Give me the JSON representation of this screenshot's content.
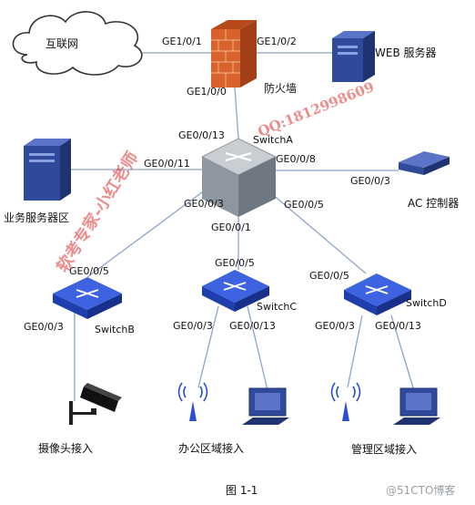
{
  "nodes": {
    "internet": "互联网",
    "firewall": "防火墙",
    "web_server": "WEB 服务器",
    "switch_a": "SwitchA",
    "service_area": "业务服务器区",
    "ac": "AC 控制器",
    "switch_b": "SwitchB",
    "switch_c": "SwitchC",
    "switch_d": "SwitchD",
    "camera": "摄像头接入",
    "office": "办公区域接入",
    "management": "管理区域接入"
  },
  "ports": {
    "fw_ge101": "GE1/0/1",
    "fw_ge102": "GE1/0/2",
    "fw_ge100": "GE1/0/0",
    "a_ge0013": "GE0/0/13",
    "a_ge0011": "GE0/0/11",
    "a_ge008": "GE0/0/8",
    "a_ge003": "GE0/0/3",
    "a_ge005": "GE0/0/5",
    "a_ge001": "GE0/0/1",
    "ac_ge003": "GE0/0/3",
    "b_ge005": "GE0/0/5",
    "b_ge003": "GE0/0/3",
    "c_ge005": "GE0/0/5",
    "c_ge003": "GE0/0/3",
    "c_ge0013": "GE0/0/13",
    "d_ge005": "GE0/0/5",
    "d_ge003": "GE0/0/3",
    "d_ge0013": "GE0/0/13"
  },
  "caption": "图 1-1",
  "watermark": {
    "vertical": "软考专家-小红老师",
    "qq": "QQ:1812998609",
    "site": "@51CTO博客"
  },
  "colors": {
    "line": "#8da4c8",
    "switch_blue": "#2a4fd0",
    "core_gray": "#8e979f",
    "firewall": "#d8622c",
    "server": "#2f4a9a"
  }
}
